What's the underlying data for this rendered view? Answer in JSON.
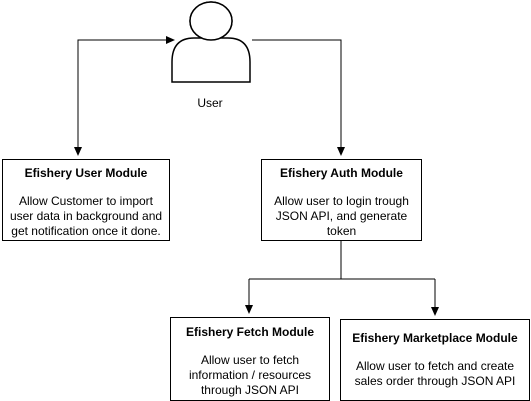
{
  "actor": {
    "label": "User"
  },
  "modules": {
    "user": {
      "title": "Efishery User Module",
      "description": "Allow Customer to import user data in background and get notification once it done."
    },
    "auth": {
      "title": "Efishery Auth Module",
      "description": "Allow user to login trough JSON API, and generate token"
    },
    "fetch": {
      "title": "Efishery Fetch Module",
      "description": "Allow user to fetch information / resources through JSON API"
    },
    "marketplace": {
      "title": "Efishery Marketplace Module",
      "description": "Allow user to fetch and create sales order through JSON API"
    }
  },
  "colors": {
    "stroke": "#000000",
    "background": "#ffffff"
  }
}
